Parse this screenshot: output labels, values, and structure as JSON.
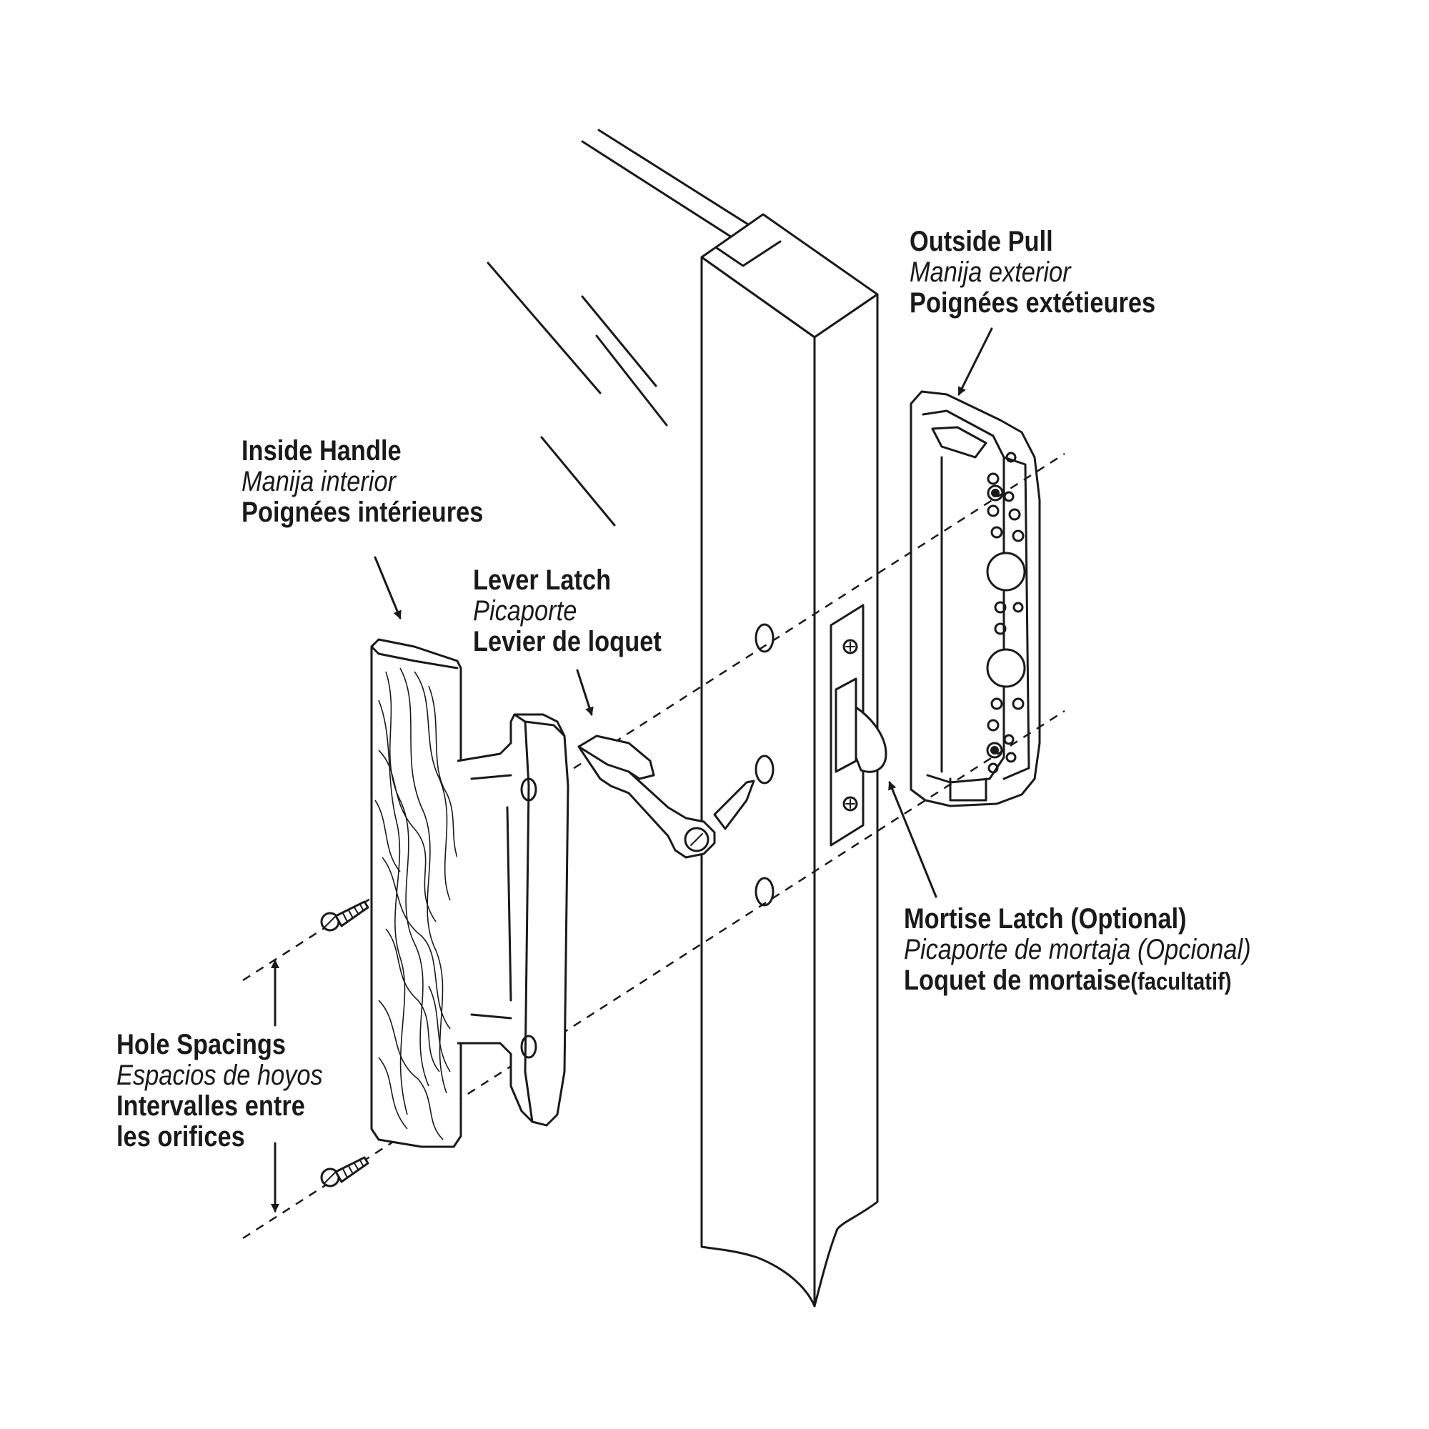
{
  "labels": {
    "outside_pull": {
      "en": "Outside Pull",
      "es": "Manija exterior",
      "fr": "Poignées extétieures"
    },
    "inside_handle": {
      "en": "Inside Handle",
      "es": "Manija interior",
      "fr": "Poignées intérieures"
    },
    "lever_latch": {
      "en": "Lever Latch",
      "es": "Picaporte",
      "fr": "Levier de loquet"
    },
    "mortise_latch": {
      "en": "Mortise Latch (Optional)",
      "es": "Picaporte de mortaja (Opcional)",
      "fr": "Loquet de mortaise",
      "fr_suffix": "(facultatif)"
    },
    "hole_spacings": {
      "en": "Hole Spacings",
      "es": "Espacios de hoyos",
      "fr_line1": "Intervalles entre",
      "fr_line2": "les orifices"
    }
  },
  "colors": {
    "ink": "#1a1a1a",
    "background": "#ffffff"
  }
}
